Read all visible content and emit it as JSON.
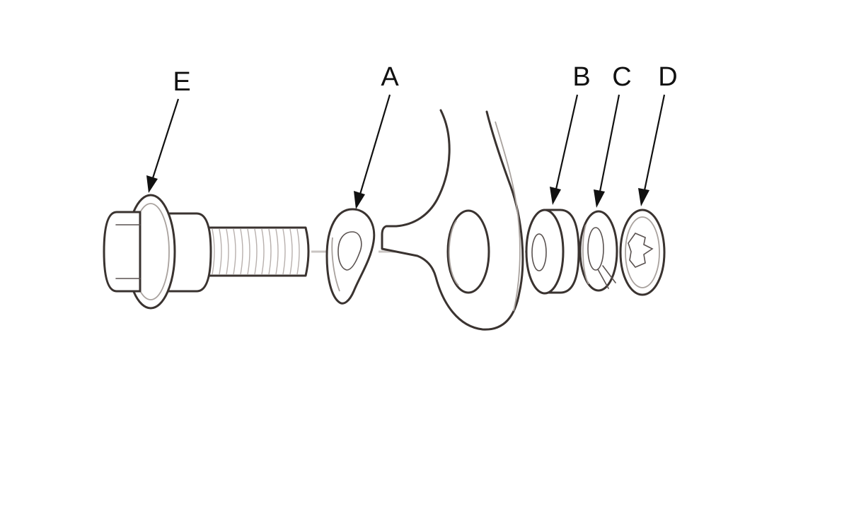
{
  "diagram": {
    "labels": {
      "e": "E",
      "a": "A",
      "b": "B",
      "c": "C",
      "d": "D"
    },
    "line_color": "#3a3330",
    "label_color": "#111111"
  }
}
